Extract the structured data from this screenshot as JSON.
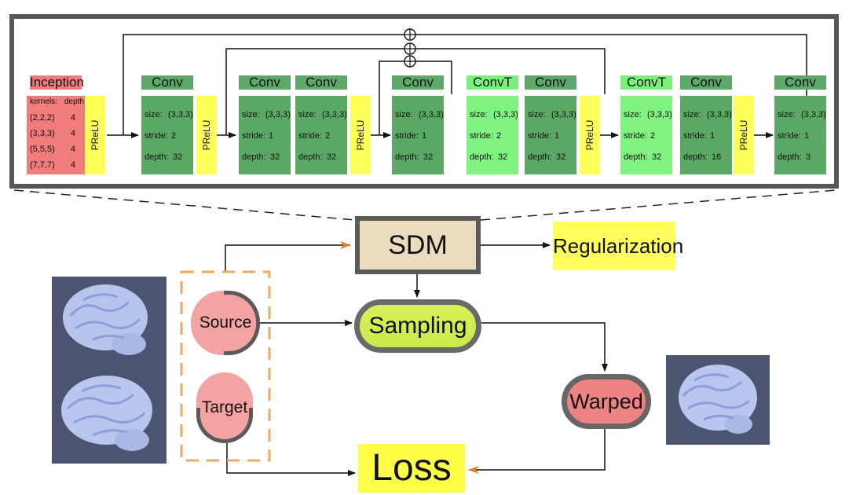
{
  "network": {
    "inception": {
      "title": "Inception",
      "col_kernels": "kernels:",
      "col_depth": "depth:",
      "rows": [
        {
          "kernel": "(2,2,2)",
          "depth": "4"
        },
        {
          "kernel": "(3,3,3)",
          "depth": "4"
        },
        {
          "kernel": "(5,5,5)",
          "depth": "4"
        },
        {
          "kernel": "(7,7,7)",
          "depth": "4"
        }
      ]
    },
    "prelu_label": "PReLU",
    "layers": [
      {
        "title": "Conv",
        "size": "(3,3,3)",
        "stride": "2",
        "depth": "32"
      },
      {
        "title": "Conv",
        "size": "(3,3,3)",
        "stride": "1",
        "depth": "32"
      },
      {
        "title": "Conv",
        "size": "(3,3,3)",
        "stride": "2",
        "depth": "32"
      },
      {
        "title": "Conv",
        "size": "(3,3,3)",
        "stride": "1",
        "depth": "32"
      },
      {
        "title": "ConvT",
        "size": "(3,3,3)",
        "stride": "2",
        "depth": "32"
      },
      {
        "title": "Conv",
        "size": "(3,3,3)",
        "stride": "1",
        "depth": "32"
      },
      {
        "title": "ConvT",
        "size": "(3,3,3)",
        "stride": "2",
        "depth": "32"
      },
      {
        "title": "Conv",
        "size": "(3,3,3)",
        "stride": "1",
        "depth": "16"
      },
      {
        "title": "Conv",
        "size": "(3,3,3)",
        "stride": "1",
        "depth": "3"
      }
    ],
    "field_labels": {
      "size": "size:",
      "stride": "stride:",
      "depth": "depth:"
    }
  },
  "pipeline": {
    "sdm": "SDM",
    "regularization": "Regularization",
    "sampling": "Sampling",
    "warped": "Warped",
    "loss": "Loss",
    "source": "Source",
    "target": "Target"
  },
  "colors": {
    "conv": "#5ba865",
    "convT": "#7ff27f",
    "inception": "#f07c7c",
    "prelu": "#ffff5a",
    "frame": "#575757",
    "input_box": "#f0a85a"
  },
  "images": [
    "brain-source-icon",
    "brain-target-icon",
    "brain-warped-icon"
  ]
}
